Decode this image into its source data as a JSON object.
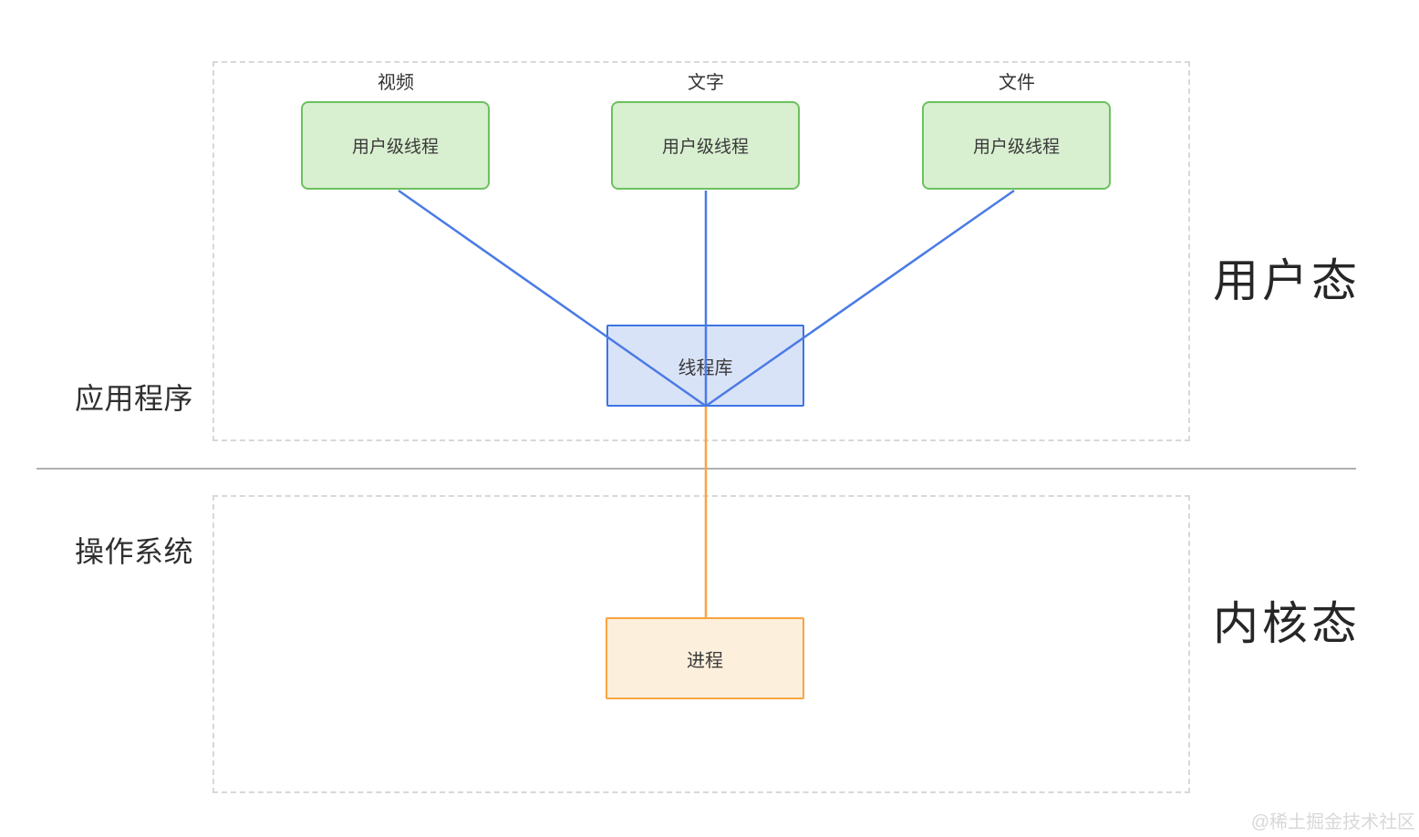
{
  "diagram": {
    "user_space": {
      "region_label": "用户态",
      "side_label": "应用程序",
      "apps": [
        {
          "title": "视频",
          "thread_box": "用户级线程"
        },
        {
          "title": "文字",
          "thread_box": "用户级线程"
        },
        {
          "title": "文件",
          "thread_box": "用户级线程"
        }
      ],
      "thread_library_label": "线程库"
    },
    "kernel_space": {
      "region_label": "内核态",
      "side_label": "操作系统",
      "process_label": "进程"
    },
    "watermark": "@稀土掘金技术社区",
    "colors": {
      "user_thread_fill": "#d8efd0",
      "user_thread_border": "#6cc15e",
      "thread_library_fill": "#d9e3f8",
      "thread_library_border": "#3d74e3",
      "connector_blue": "#4a7be5",
      "process_fill": "#fcefdb",
      "process_border": "#f9a440",
      "connector_orange": "#f9a440",
      "dashed_region_border": "#d8d8d8",
      "divider_gray": "#b0b0b0",
      "text_dark": "#2f2f2f",
      "watermark_gray": "#d8d8d8"
    }
  }
}
